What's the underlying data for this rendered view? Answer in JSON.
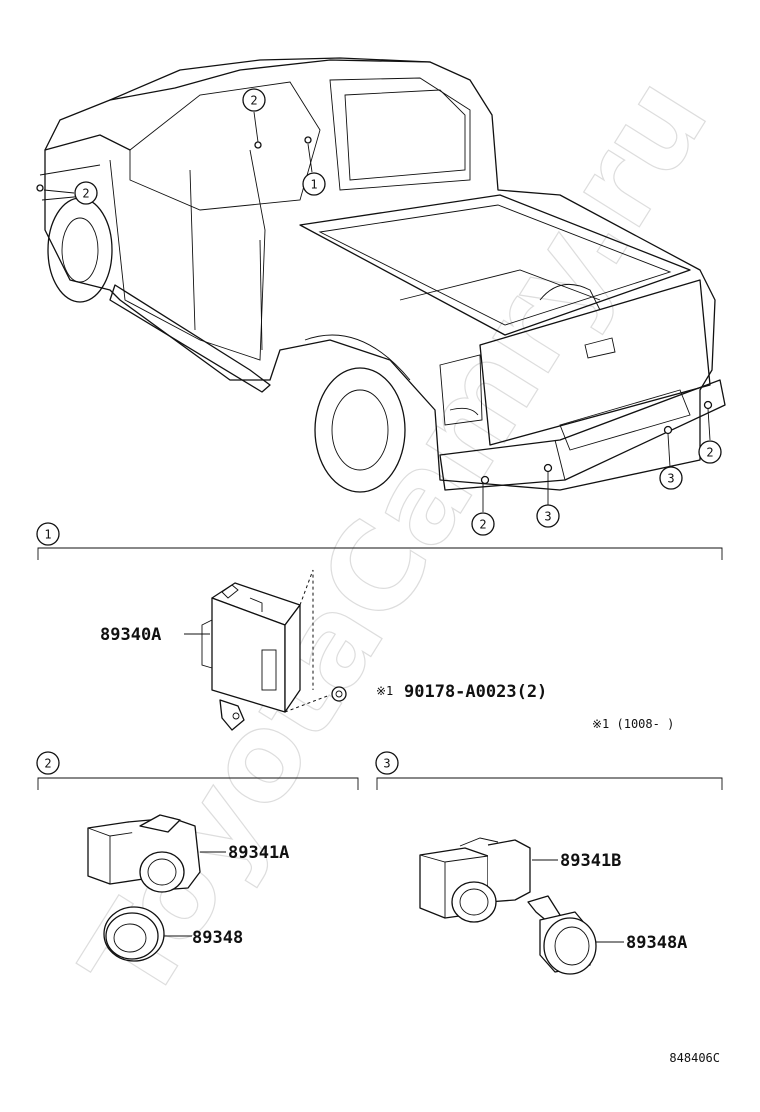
{
  "watermark": "ToyotaCamry.ru",
  "truck_callouts": [
    "2",
    "2",
    "1",
    "2",
    "2",
    "3",
    "3"
  ],
  "sections": [
    {
      "number": "1"
    },
    {
      "number": "2"
    },
    {
      "number": "3"
    }
  ],
  "parts": {
    "computer": "89340A",
    "bolt": "90178-A0023(2)",
    "bolt_mark": "※1",
    "footnote": "※1 (1008-     )",
    "sensor_left": "89341A",
    "retainer_left": "89348",
    "sensor_right": "89341B",
    "retainer_right": "89348A"
  },
  "illustration_code": "848406C"
}
